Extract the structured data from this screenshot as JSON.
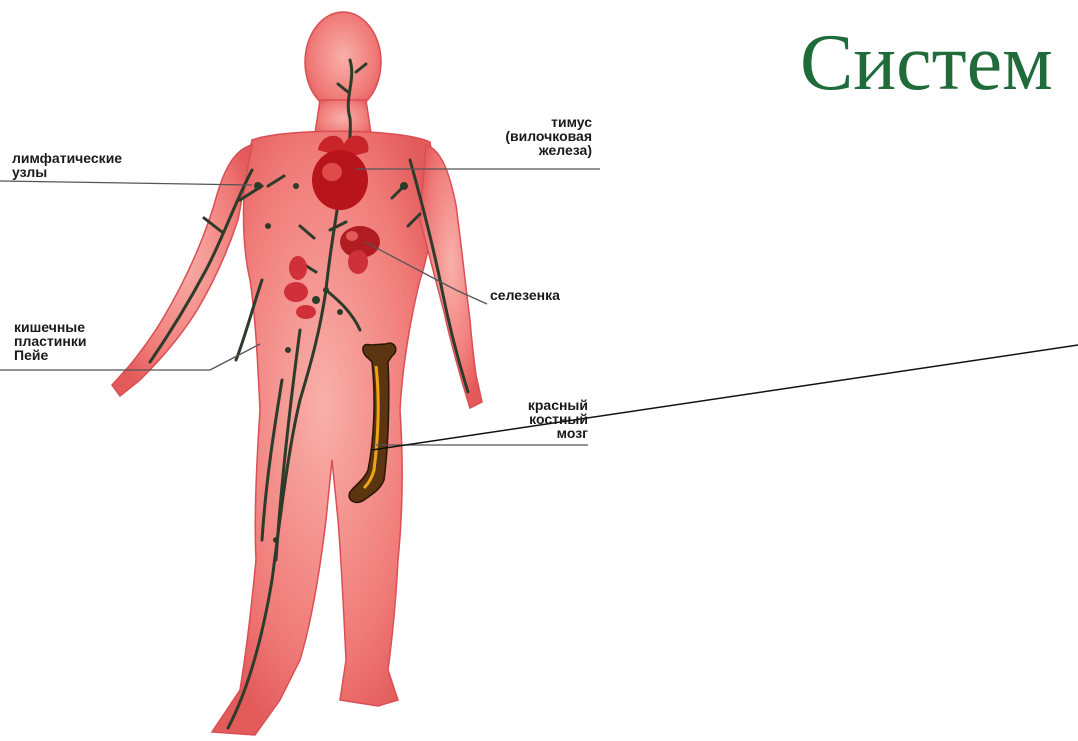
{
  "slide": {
    "title": "Систем",
    "title_color": "#1f6b3a"
  },
  "diagram": {
    "body_color": "#f07a7a",
    "vessel_color": "#2d3b2a",
    "labels": {
      "lymph_nodes": "лимфатические\nузлы",
      "thymus": "тимус\n(вилочковая\nжелеза)",
      "spleen": "селезенка",
      "peyer": "кишечные\nпластинки\nПейе",
      "marrow": "красный\nкостный\nмозг"
    }
  }
}
